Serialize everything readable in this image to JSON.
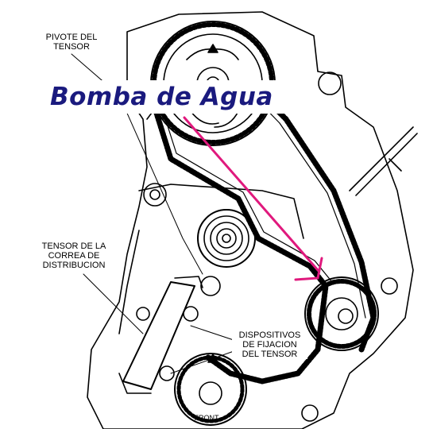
{
  "title": "Bomba de Agua",
  "labels": {
    "tensioner_pivot": [
      "PIVOTE DEL",
      "TENSOR"
    ],
    "timing_belt_tensioner": [
      "TENSOR DE LA",
      "CORREA DE",
      "DISTRIBUCION"
    ],
    "tensioner_fixing_devices": [
      "DISPOSITIVOS",
      "DE FIJACION",
      "DEL TENSOR"
    ],
    "front_mark": "FRONT"
  },
  "colors": {
    "title_text": "#1a1a7e",
    "arrow": "#e0197d",
    "line_art": "#000000",
    "background": "#ffffff"
  }
}
